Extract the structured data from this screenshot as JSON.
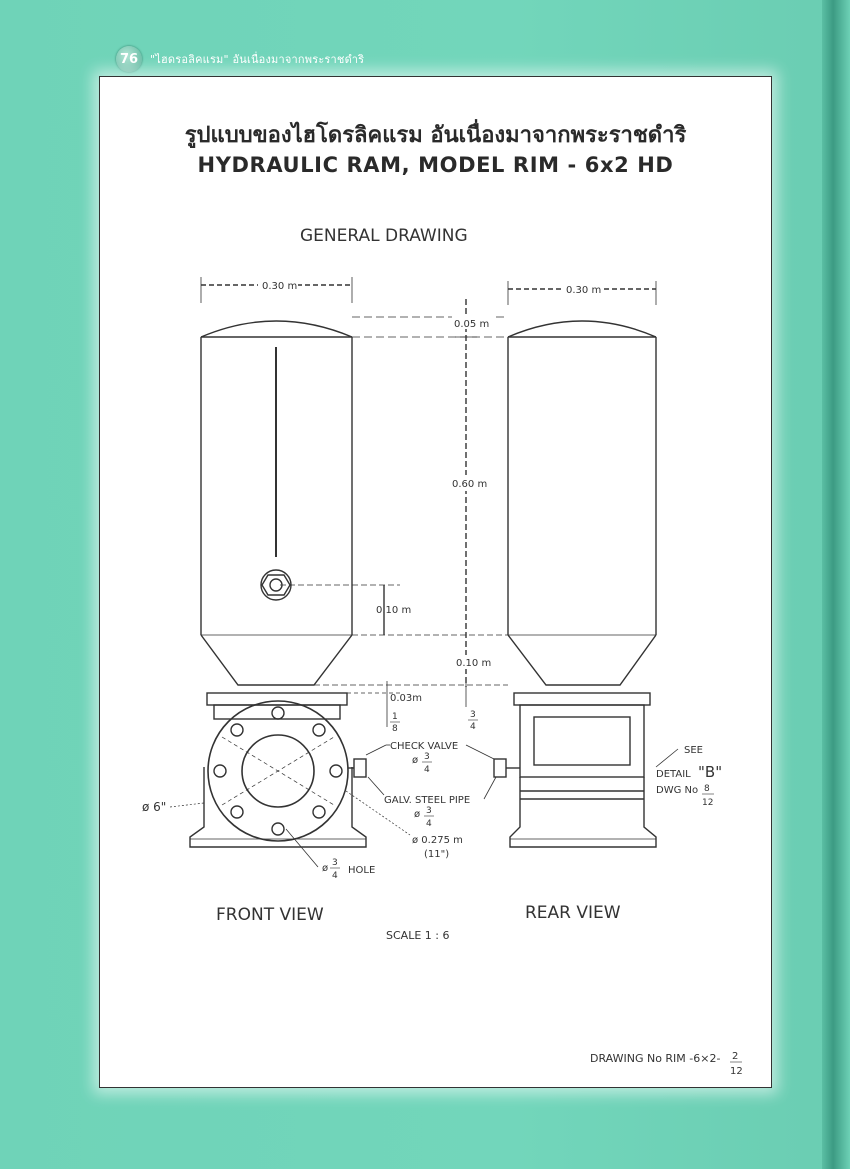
{
  "page": {
    "number": "76",
    "running_head": "\"ไฮดรอลิคแรม\" อันเนื่องมาจากพระราชดำริ"
  },
  "titles": {
    "thai": "รูปแบบของไฮโดรลิคแรม อันเนื่องมาจากพระราชดำริ",
    "english": "HYDRAULIC RAM, MODEL RIM - 6x2 HD"
  },
  "drawing": {
    "heading": "GENERAL DRAWING",
    "front_view_label": "FRONT VIEW",
    "rear_view_label": "REAR VIEW",
    "scale": "SCALE   1 : 6",
    "dimensions": {
      "front_width": "0.30 m",
      "rear_width": "0.30 m",
      "dome_height": "0.05 m",
      "body_height": "0.60 m",
      "outlet_height": "0.10 m",
      "cone_height": "0.10 m",
      "base_plate": "0.03m",
      "fraction_eighth": "1",
      "fraction_eighth_den": "8",
      "fraction_quarter": "3",
      "fraction_quarter_den": "4"
    },
    "callouts": {
      "check_valve": "CHECK VALVE",
      "check_valve_size": "ø",
      "galv_pipe": "GALV. STEEL PIPE",
      "pipe_size": "ø",
      "flange_dia": "ø 0.275 m",
      "flange_inch": "(11\")",
      "six_inch": "ø 6\"",
      "hole": "HOLE",
      "hole_size": "ø",
      "see": "SEE",
      "detail": "DETAIL",
      "detail_letter": "\"B\"",
      "dwg_no": "DWG No",
      "dwg_num": "8",
      "dwg_den": "12"
    },
    "drawing_number": "DRAWING  No RIM -6×2-",
    "drawing_number_num": "2",
    "drawing_number_den": "12"
  }
}
